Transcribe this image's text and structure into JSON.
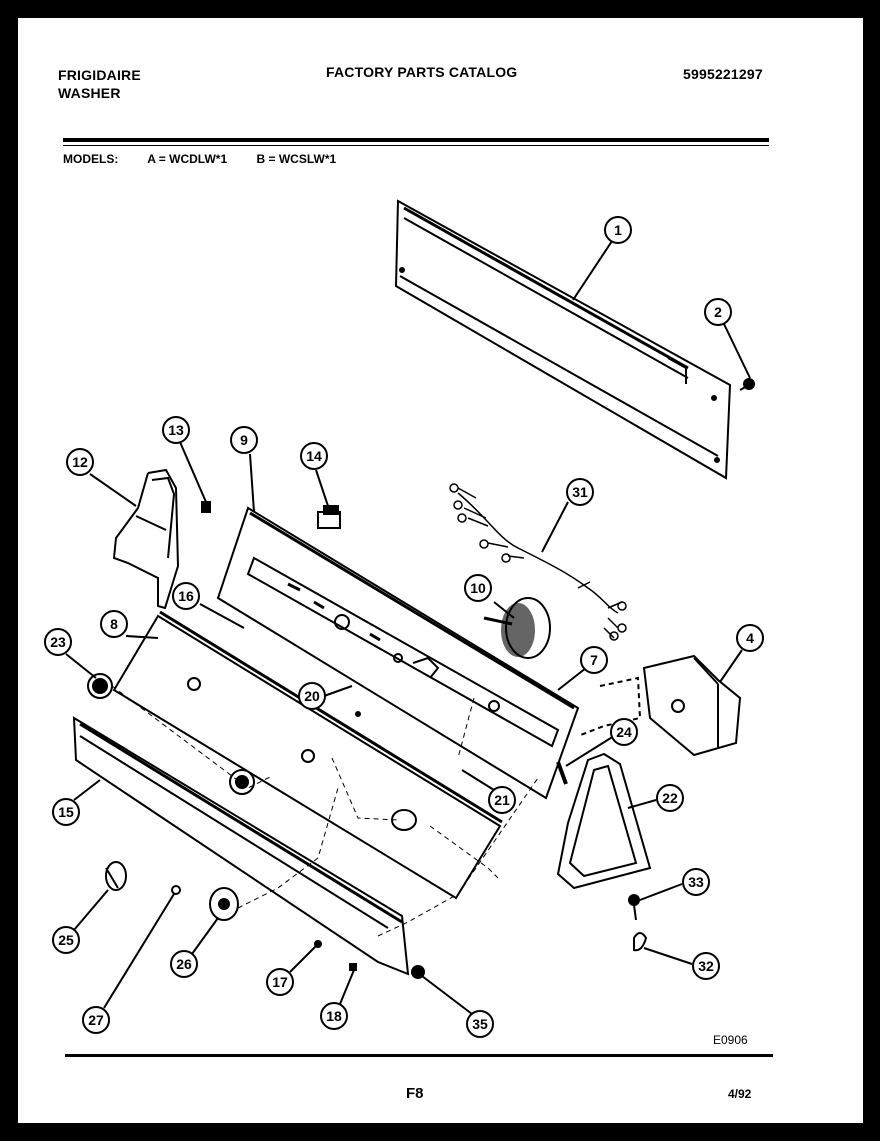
{
  "header": {
    "brand_line1": "FRIGIDAIRE",
    "brand_line2": "WASHER",
    "catalog_title": "FACTORY PARTS CATALOG",
    "part_number": "5995221297"
  },
  "models": {
    "label": "MODELS:",
    "model_a": "A = WCDLW*1",
    "model_b": "B = WCSLW*1"
  },
  "diagram": {
    "code": "E0906",
    "callouts": [
      "1",
      "2",
      "4",
      "7",
      "8",
      "9",
      "10",
      "12",
      "13",
      "14",
      "15",
      "16",
      "17",
      "18",
      "20",
      "21",
      "22",
      "23",
      "24",
      "25",
      "26",
      "27",
      "31",
      "32",
      "33",
      "35"
    ]
  },
  "footer": {
    "page": "F8",
    "date": "4/92"
  }
}
